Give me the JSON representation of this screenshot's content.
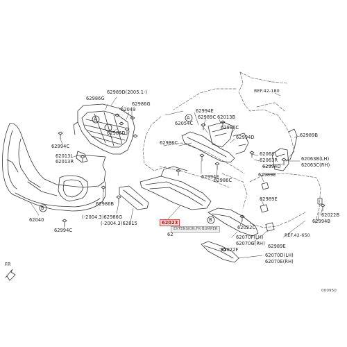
{
  "labels": {
    "p62989D_2005": "62989D(2005.1-)",
    "p62986G_top": "62986G",
    "p62049": "62049",
    "p62986G_right": "62986G",
    "p62986D": "62986D",
    "p62994C": "62994C",
    "p62013L": "62013L",
    "p62013R": "62013R",
    "p62040": "62040",
    "p62986B": "62986B",
    "p62986G_2004": "(-2004.3)62986G",
    "p62815": "(-2004.3)62815",
    "p62994C_lower": "62994C",
    "p62994E_top": "62994E",
    "p62989C": "62989C",
    "p62013B": "62013B",
    "p62054C": "62054C",
    "p62989B": "62989B",
    "p62994D": "62994D",
    "p62986C_mid": "62986C",
    "p62986C_left": "62986C",
    "p62063L": "62063L",
    "p62063R": "62063R",
    "p62063B": "62063B(LH)",
    "p62063C": "62063C(RH)",
    "p62994D_lower": "62994D",
    "p62989E_mid": "62989E",
    "p62994E_mid": "62994E",
    "p62986C_lower": "62986C",
    "p62989E_right": "62989E",
    "p62022B": "62022B",
    "p62994B": "62994B",
    "p62022C": "62022C",
    "p62070F": "62070F(LH)",
    "p62070G": "62070G(RH)",
    "p62989E_low": "62989E",
    "p62022F": "62022F",
    "p62070D": "62070D(LH)",
    "p62070E": "62070E(RH)",
    "p62023_highlight": "62023",
    "p62_partial": "62",
    "tooltip_extension": "EXTENSION,FR BUMPER",
    "ref_42_180": "REF.42-180",
    "ref_42_650": "REF.42-650",
    "fr_arrow": "FR",
    "doc_code": "000950",
    "callout_A": "A",
    "callout_B": "B"
  }
}
